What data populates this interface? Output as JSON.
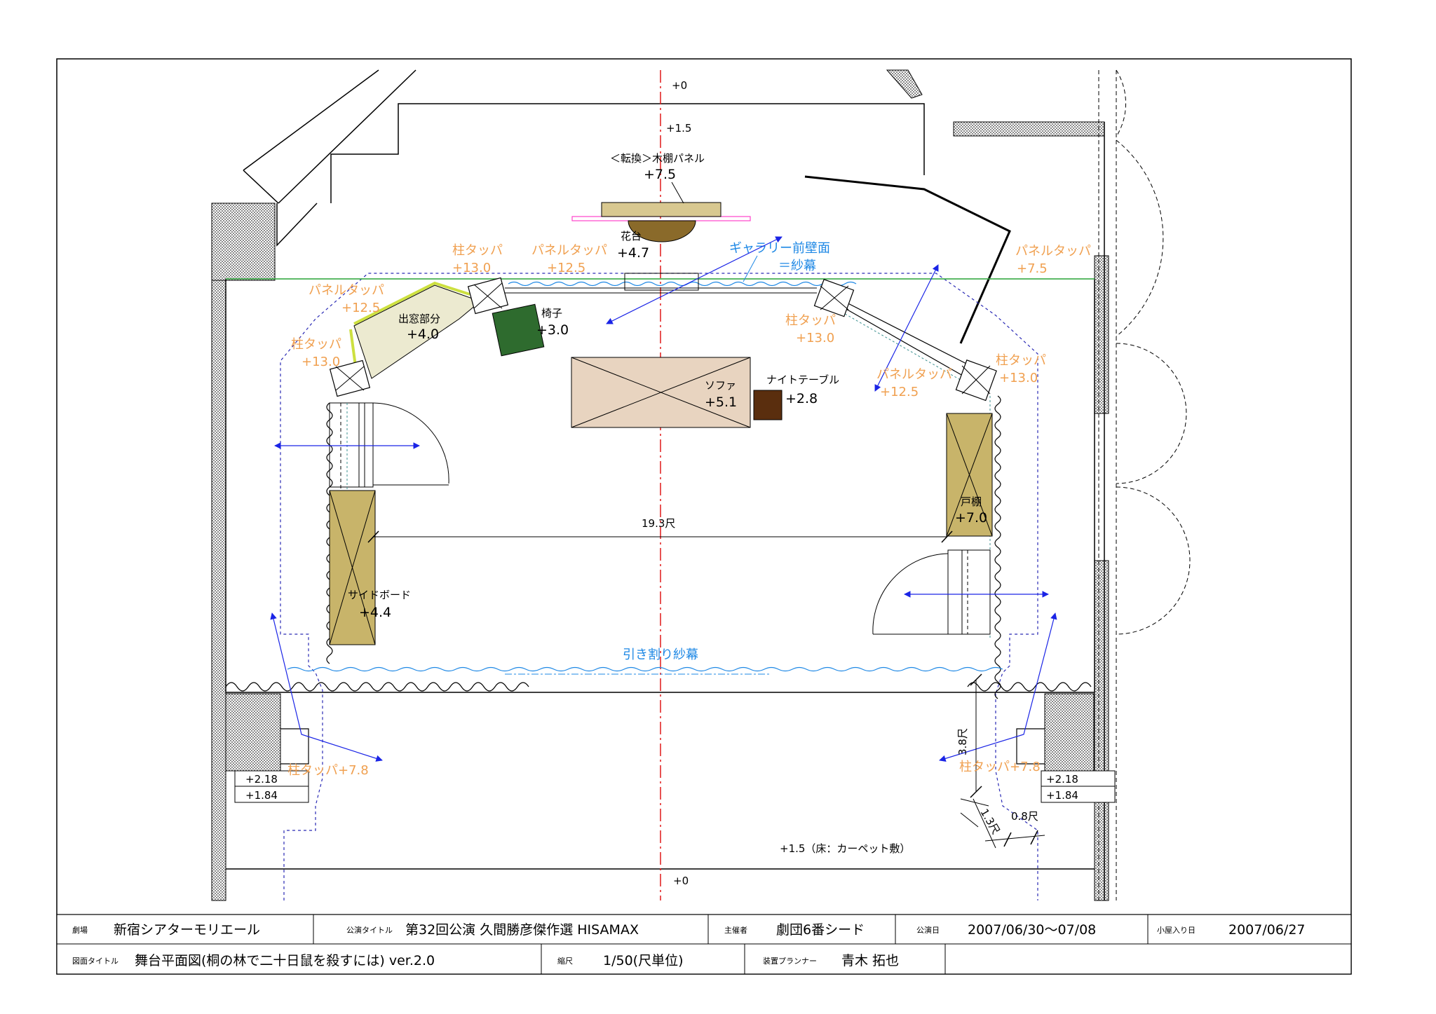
{
  "colors": {
    "orange_label": "#f0a050",
    "blue_label": "#1e88e5",
    "arrow_blue": "#1a24e6",
    "center_line": "#e01818",
    "green_line": "#3cb84a",
    "sofa": "#e8d4c0",
    "chair": "#2e6b2e",
    "night_table": "#5a2e0e",
    "furniture_olive": "#c8b46a",
    "window_bay": "#ecead0",
    "window_edge": "#cde040",
    "wood_panel": "#d8c890",
    "wood_panel_edge": "#ff44cc",
    "flower_stand": "#8a6a2a",
    "hatch_wall": "#9a9a9a"
  },
  "levels": {
    "top": "+0",
    "upper": "+1.5",
    "bottom": "+0",
    "floor": "+1.5（床：カーペット敷）"
  },
  "labels": {
    "wood_panel_title": "＜転換＞木棚パネル",
    "wood_panel_level": "+7.5",
    "flower_title": "花台",
    "flower_level": "+4.7",
    "gallery_wall_title": "ギャラリー前壁面",
    "gallery_wall_sub": "＝紗幕",
    "chair_title": "椅子",
    "chair_level": "+3.0",
    "bay_title": "出窓部分",
    "bay_level": "+4.0",
    "sofa_title": "ソファ",
    "sofa_level": "+5.1",
    "night_table_title": "ナイトテーブル",
    "night_table_level": "+2.8",
    "cabinet_title": "戸棚",
    "cabinet_level": "+7.0",
    "sideboard_title": "サイドボード",
    "sideboard_level": "+4.4",
    "width_dim": "19.3尺",
    "sliding_gauze": "引き割り紗幕",
    "dim_38": "3.8尺",
    "dim_13": "1.3尺",
    "dim_08": "0.8尺",
    "left_218": "+2.18",
    "left_184": "+1.84",
    "right_218": "+2.18",
    "right_184": "+1.84"
  },
  "tappa": {
    "pillar_1_name": "柱タッパ",
    "pillar_1_value": "+13.0",
    "panel_1_name": "パネルタッパ",
    "panel_1_value": "+12.5",
    "panel_2_name": "パネルタッパ",
    "panel_2_value": "+12.5",
    "pillar_2_name": "柱タッパ",
    "pillar_2_value": "+13.0",
    "panel_3_name": "パネルタッパ",
    "panel_3_value": "+7.5",
    "pillar_3_name": "柱タッパ",
    "pillar_3_value": "+13.0",
    "panel_4_name": "パネルタッパ",
    "panel_4_value": "+12.5",
    "pillar_4_name": "柱タッパ",
    "pillar_4_value": "+13.0",
    "left_low": "柱タッパ+7.8",
    "right_low": "柱タッパ+7.8"
  },
  "title_block": {
    "theater_key": "劇場",
    "theater_value": "新宿シアターモリエール",
    "show_key": "公演タイトル",
    "show_value": "第32回公演 久間勝彦傑作選 HISAMAX",
    "organizer_key": "主催者",
    "organizer_value": "劇団6番シード",
    "dates_key": "公演日",
    "dates_value": "2007/06/30〜07/08",
    "load_in_key": "小屋入り日",
    "load_in_value": "2007/06/27",
    "drawing_key": "図面タイトル",
    "drawing_value": "舞台平面図(桐の林で二十日鼠を殺すには) ver.2.0",
    "scale_key": "縮尺",
    "scale_value": "1/50(尺単位)",
    "planner_key": "装置プランナー",
    "planner_value": "青木 拓也"
  }
}
